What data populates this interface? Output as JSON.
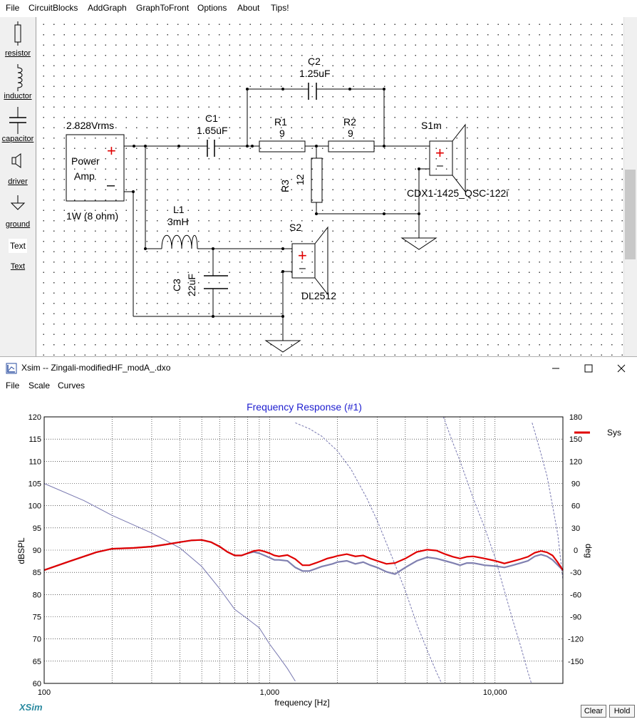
{
  "menu": {
    "items": [
      "File",
      "CircuitBlocks",
      "AddGraph",
      "GraphToFront",
      "Options",
      "About",
      "Tips!"
    ]
  },
  "toolbar": {
    "items": [
      {
        "label": "resistor",
        "icon": "resistor-icon"
      },
      {
        "label": "inductor",
        "icon": "inductor-icon"
      },
      {
        "label": "capacitor",
        "icon": "capacitor-icon"
      },
      {
        "label": "driver",
        "icon": "driver-icon"
      },
      {
        "label": "ground",
        "icon": "ground-icon"
      }
    ],
    "text_box": "Text",
    "text_label": "Text"
  },
  "schematic": {
    "amp_voltage": "2.828Vrms",
    "amp_line1": "Power",
    "amp_line2": "Amp",
    "amp_power": "1W (8 ohm)",
    "c1_name": "C1",
    "c1_value": "1.65uF",
    "c2_name": "C2",
    "c2_value": "1.25uF",
    "r1_name": "R1",
    "r1_value": "9",
    "r2_name": "R2",
    "r2_value": "9",
    "r3_name": "R3",
    "r3_value": "12",
    "l1_name": "L1",
    "l1_value": "3mH",
    "c3_name": "C3",
    "c3_value": "22uF",
    "s1_name": "S1m",
    "s1_model": "CDX1-1425_QSC-122i",
    "s2_name": "S2",
    "s2_model": "DL2512",
    "plus": "+",
    "minus": "–"
  },
  "xsim": {
    "title": "Xsim -- Zingali-modifiedHF_modA_.dxo",
    "menu": [
      "File",
      "Scale",
      "Curves"
    ],
    "logo": "XSim",
    "clear_label": "Clear",
    "hold_label": "Hold",
    "colors": {
      "sys": "#e00000",
      "driver": "#8080b0",
      "phase": "#7878b0",
      "title": "#2020d0"
    }
  },
  "chart_data": {
    "type": "line",
    "title": "Frequency Response (#1)",
    "xlabel": "frequency [Hz]",
    "ylabel": "dBSPL",
    "y2label": "deg",
    "xscale": "log",
    "xlim": [
      100,
      20000
    ],
    "ylim": [
      60,
      120
    ],
    "y2lim": [
      -180,
      180
    ],
    "xticks": [
      {
        "v": 100,
        "label": "100"
      },
      {
        "v": 1000,
        "label": "1,000"
      },
      {
        "v": 10000,
        "label": "10,000"
      }
    ],
    "yticks": [
      120,
      115,
      110,
      105,
      100,
      95,
      90,
      85,
      80,
      75,
      70,
      65,
      60
    ],
    "y2ticks": [
      180,
      150,
      120,
      90,
      60,
      30,
      0,
      -30,
      -60,
      -90,
      -120,
      -150
    ],
    "grid": true,
    "legend": "top-right",
    "series": [
      {
        "name": "Sys",
        "axis": "left",
        "x": [
          100,
          130,
          170,
          200,
          250,
          300,
          350,
          400,
          450,
          500,
          550,
          600,
          650,
          700,
          750,
          800,
          850,
          900,
          950,
          1000,
          1050,
          1100,
          1200,
          1300,
          1400,
          1500,
          1600,
          1700,
          1800,
          1900,
          2000,
          2200,
          2400,
          2600,
          2800,
          3000,
          3300,
          3600,
          4000,
          4500,
          5000,
          5500,
          6000,
          6500,
          7000,
          7500,
          8000,
          9000,
          10000,
          11000,
          12000,
          13000,
          14000,
          15000,
          16000,
          17000,
          18000,
          19000,
          20000
        ],
        "values": [
          85.5,
          87.5,
          89.5,
          90.3,
          90.5,
          90.8,
          91.3,
          91.8,
          92.2,
          92.3,
          91.8,
          90.8,
          89.6,
          88.8,
          88.8,
          89.3,
          89.8,
          90.0,
          89.7,
          89.3,
          88.8,
          88.6,
          88.9,
          88.0,
          86.6,
          86.6,
          87.1,
          87.6,
          88.1,
          88.4,
          88.7,
          89.1,
          88.6,
          88.8,
          88.1,
          87.6,
          86.9,
          87.1,
          88.1,
          89.6,
          90.1,
          89.9,
          89.1,
          88.5,
          88.1,
          88.5,
          88.6,
          88.1,
          87.6,
          87.0,
          87.5,
          88.0,
          88.5,
          89.4,
          89.8,
          89.5,
          88.8,
          87.2,
          85.5
        ]
      },
      {
        "name": "",
        "axis": "left",
        "x": [
          100,
          130,
          170,
          200,
          250,
          300,
          350,
          400,
          450,
          500,
          550,
          600,
          650,
          700,
          750,
          800,
          850,
          900,
          950,
          1000,
          1050,
          1100,
          1200,
          1300,
          1400,
          1500,
          1600,
          1700,
          1800,
          1900,
          2000,
          2200,
          2400,
          2600,
          2800,
          3000,
          3300,
          3600,
          4000,
          4500,
          5000,
          5500,
          6000,
          6500,
          7000,
          7500,
          8000,
          9000,
          10000,
          11000,
          12000,
          13000,
          14000,
          15000,
          16000,
          17000,
          18000,
          19000,
          20000
        ],
        "values": [
          85.5,
          87.5,
          89.5,
          90.3,
          90.5,
          90.8,
          91.3,
          91.8,
          92.2,
          92.3,
          91.8,
          90.8,
          89.6,
          88.8,
          88.8,
          89.3,
          89.6,
          89.3,
          88.8,
          88.3,
          87.8,
          87.8,
          87.6,
          86.1,
          85.3,
          85.3,
          85.8,
          86.3,
          86.6,
          86.9,
          87.3,
          87.6,
          86.9,
          87.3,
          86.6,
          86.1,
          85.1,
          84.6,
          86.1,
          87.6,
          88.4,
          88.1,
          87.6,
          87.1,
          86.6,
          87.1,
          87.1,
          86.6,
          86.4,
          86.1,
          86.6,
          87.1,
          87.6,
          88.6,
          89.0,
          88.6,
          87.8,
          86.6,
          85.5
        ]
      },
      {
        "name": "",
        "axis": "right",
        "x": [
          100,
          150,
          200,
          300,
          400,
          500,
          600,
          700,
          800,
          900,
          1000,
          1100,
          1200,
          1300
        ],
        "values": [
          90,
          67,
          47,
          23,
          3,
          -22,
          -52,
          -80,
          -93,
          -105,
          -127,
          -144,
          -160,
          -177
        ]
      },
      {
        "name": "",
        "axis": "right",
        "dashed": true,
        "x": [
          1300,
          1500,
          1700,
          2000,
          2300,
          2700,
          3000,
          3500,
          4000,
          4500,
          5000,
          5500,
          5800
        ],
        "values": [
          172,
          164,
          154,
          134,
          109,
          70,
          40,
          -10,
          -55,
          -100,
          -135,
          -165,
          -180
        ]
      },
      {
        "name": "",
        "axis": "right",
        "dashed": true,
        "x": [
          5900,
          6500,
          7000,
          8000,
          9000,
          10000,
          11000,
          12000,
          13000,
          14000,
          14500
        ],
        "values": [
          180,
          145,
          120,
          70,
          30,
          -10,
          -55,
          -95,
          -130,
          -165,
          -180
        ]
      },
      {
        "name": "",
        "axis": "right",
        "dashed": true,
        "x": [
          14600,
          15000,
          16000,
          17000,
          18000,
          19000,
          20000
        ],
        "values": [
          172,
          160,
          130,
          100,
          60,
          20,
          -40
        ]
      }
    ]
  }
}
